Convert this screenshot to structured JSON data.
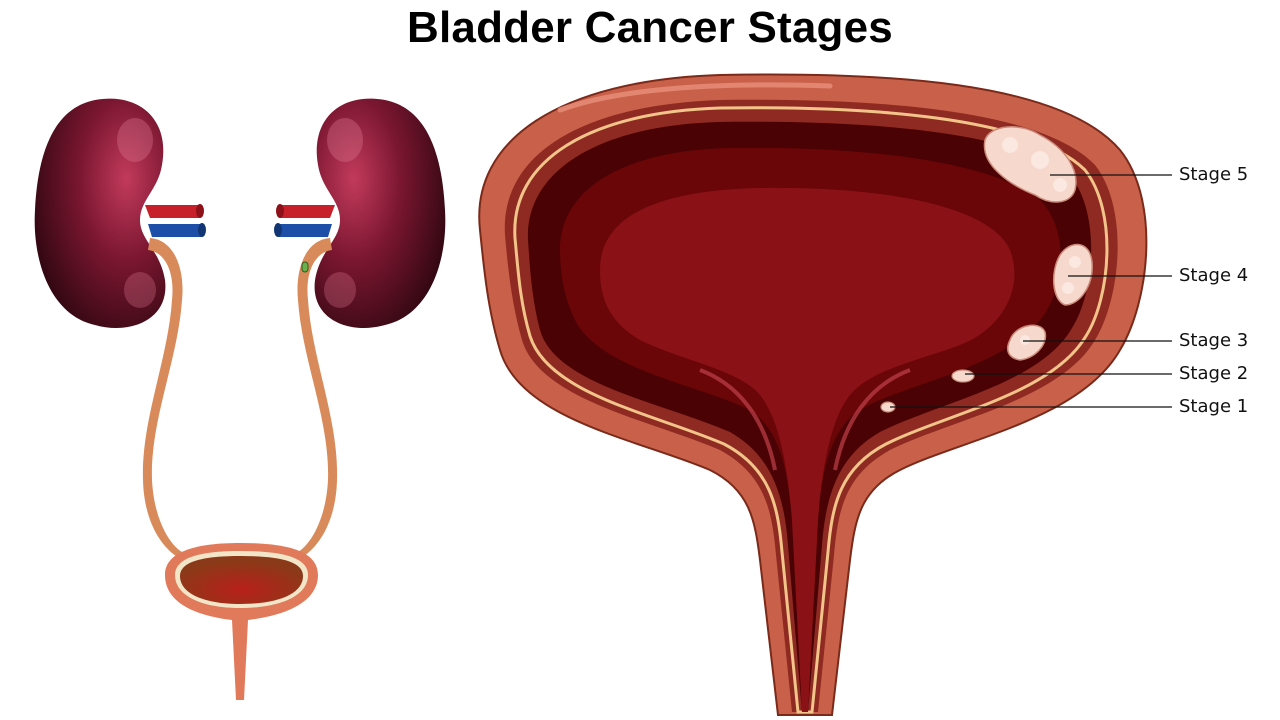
{
  "title": "Bladder Cancer Stages",
  "colors": {
    "kidney_dark": "#3a0a14",
    "kidney_mid": "#7a1630",
    "kidney_highlight": "#d4476b",
    "artery": "#c8202a",
    "vein": "#1d4fa8",
    "ureter": "#e8a878",
    "bladder_outer": "#c9604a",
    "bladder_wall": "#8e2a22",
    "bladder_stripe": "#f2c48a",
    "bladder_lumen_dark": "#4a0204",
    "bladder_lumen": "#8a1216",
    "tumor": "#f6d8cc"
  },
  "labels": [
    {
      "id": "stage5",
      "text": "Stage 5"
    },
    {
      "id": "stage4",
      "text": "Stage 4"
    },
    {
      "id": "stage3",
      "text": "Stage 3"
    },
    {
      "id": "stage2",
      "text": "Stage 2"
    },
    {
      "id": "stage1",
      "text": "Stage 1"
    }
  ]
}
